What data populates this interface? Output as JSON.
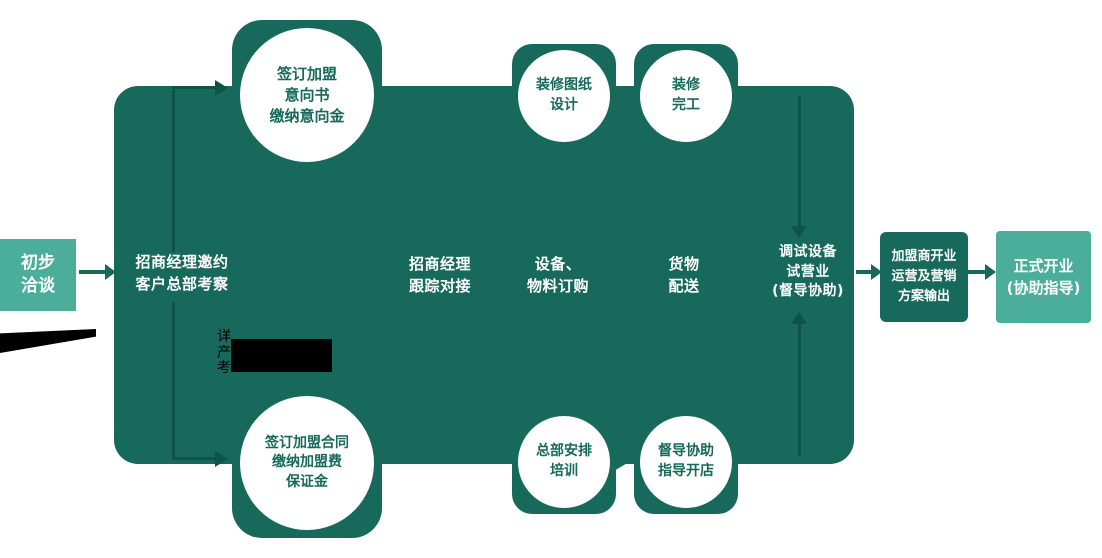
{
  "palette": {
    "light_teal": "#4BAE9B",
    "dark_teal": "#17695B",
    "arrow_dark": "#0D5348",
    "black": "#000000",
    "white": "#FFFFFF"
  },
  "diagram": {
    "start": {
      "label": "初步\n洽谈"
    },
    "steps": [
      {
        "label": "招商经理邀约\n客户总部考察"
      },
      {
        "label": "招商经理\n跟踪对接"
      },
      {
        "label": "设备、\n物料订购"
      },
      {
        "label": "货物\n配送"
      },
      {
        "label": "调试设备\n试营业\n(督导协助)"
      }
    ],
    "top_milestones": [
      {
        "label": "签订加盟\n意向书\n缴纳意向金"
      },
      {
        "label": "装修图纸\n设计"
      },
      {
        "label": "装修\n完工"
      }
    ],
    "bottom_milestones": [
      {
        "label": "签订加盟合同\n缴纳加盟费\n保证金"
      },
      {
        "label": "总部安排\n培训"
      },
      {
        "label": "督导协助\n指导开店"
      }
    ],
    "outcome": {
      "label": "加盟商开业\n运营及营销\n方案输出"
    },
    "final": {
      "label": "正式开业\n(协助指导)"
    },
    "annotation": {
      "fragments": "详\n产\n考"
    }
  }
}
